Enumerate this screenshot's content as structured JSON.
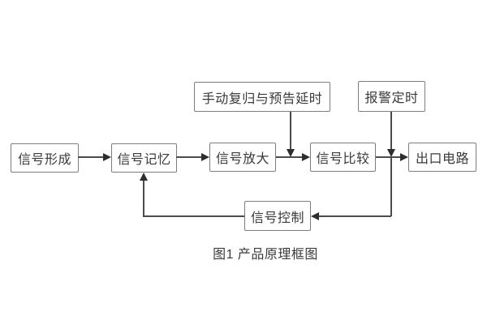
{
  "diagram": {
    "caption": "图1 产品原理框图",
    "nodes": {
      "signal_form": {
        "label": "信号形成"
      },
      "signal_memory": {
        "label": "信号记忆"
      },
      "signal_amplify": {
        "label": "信号放大"
      },
      "signal_compare": {
        "label": "信号比较"
      },
      "output_circuit": {
        "label": "出口电路"
      },
      "manual_reset_delay": {
        "label": "手动复归与预告延时"
      },
      "alarm_timing": {
        "label": "报警定时"
      },
      "signal_control": {
        "label": "信号控制"
      }
    },
    "edges": [
      {
        "from": "signal_form",
        "to": "signal_memory",
        "style": "arrow-right"
      },
      {
        "from": "signal_memory",
        "to": "signal_amplify",
        "style": "arrow-right"
      },
      {
        "from": "signal_amplify",
        "to": "signal_compare",
        "style": "arrow-right"
      },
      {
        "from": "signal_compare",
        "to": "output_circuit",
        "style": "arrow-right"
      },
      {
        "from": "manual_reset_delay",
        "to": "edge_amplify_to_compare",
        "style": "arrow-down-onto-line"
      },
      {
        "from": "alarm_timing",
        "to": "edge_compare_to_output",
        "style": "arrow-down-onto-line"
      },
      {
        "from": "edge_compare_to_output",
        "to": "signal_control",
        "style": "arrow-left-feedback"
      },
      {
        "from": "signal_control",
        "to": "signal_memory",
        "style": "arrow-up-feedback"
      }
    ],
    "colors": {
      "background": "#ffffff",
      "box_border": "#7e7e7e",
      "box_fill": "#ffffff",
      "text": "#3a3a3a",
      "line": "#4b4b4b",
      "arrow": "#2e2e2e"
    }
  }
}
